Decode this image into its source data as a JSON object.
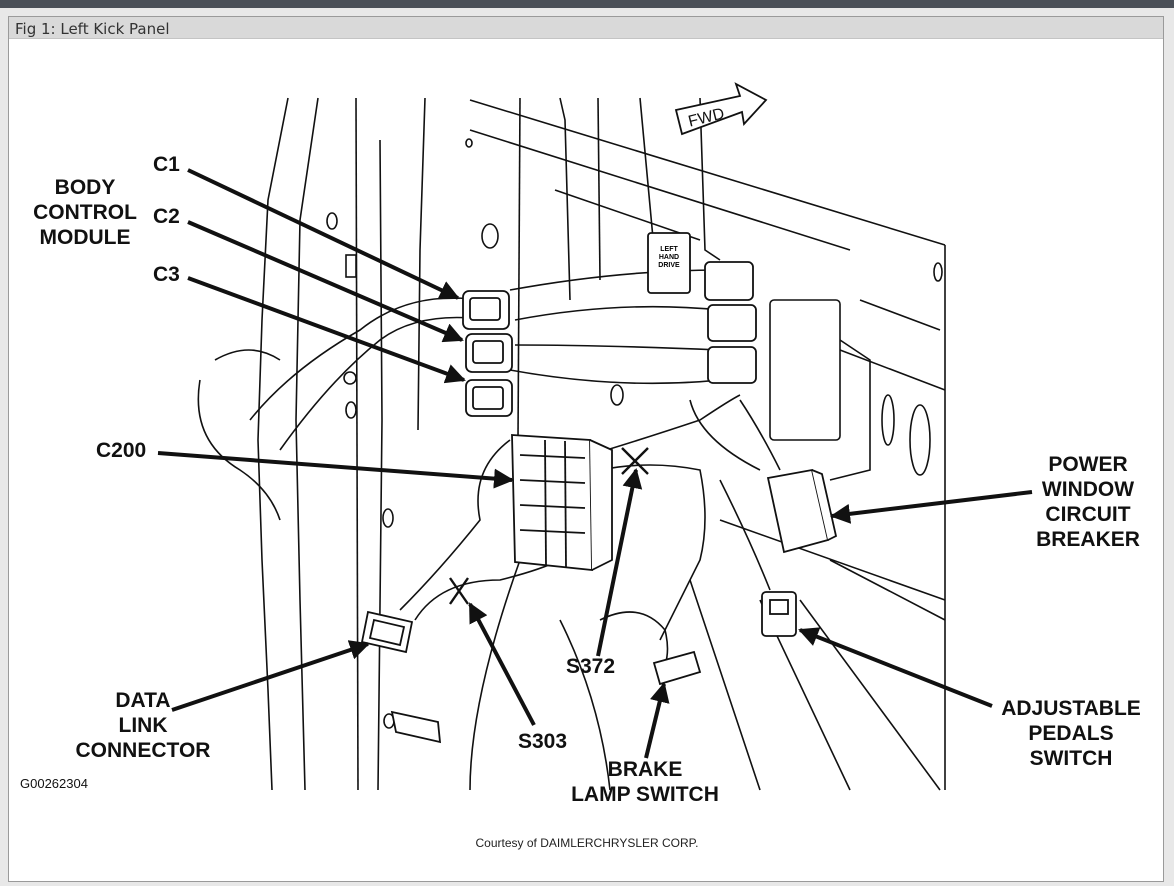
{
  "figure": {
    "title": "Fig 1: Left Kick Panel",
    "drawing_code": "G00262304",
    "credit": "Courtesy of DAIMLERCHRYSLER CORP.",
    "fwd_arrow": "FWD",
    "sticker_text": "LEFT\nHAND\nDRIVE"
  },
  "labels": {
    "bcm": "BODY\nCONTROL\nMODULE",
    "c1": "C1",
    "c2": "C2",
    "c3": "C3",
    "c200": "C200",
    "power_window": "POWER\nWINDOW\nCIRCUIT\nBREAKER",
    "data_link": "DATA\nLINK\nCONNECTOR",
    "s303": "S303",
    "s372": "S372",
    "brake_lamp": "BRAKE\nLAMP SWITCH",
    "adjustable_pedals": "ADJUSTABLE\nPEDALS\nSWITCH"
  },
  "colors": {
    "line": "#111111",
    "frame_bg": "#ffffff",
    "titlebar": "#d9d9d9",
    "topbar": "#4a4f57"
  }
}
